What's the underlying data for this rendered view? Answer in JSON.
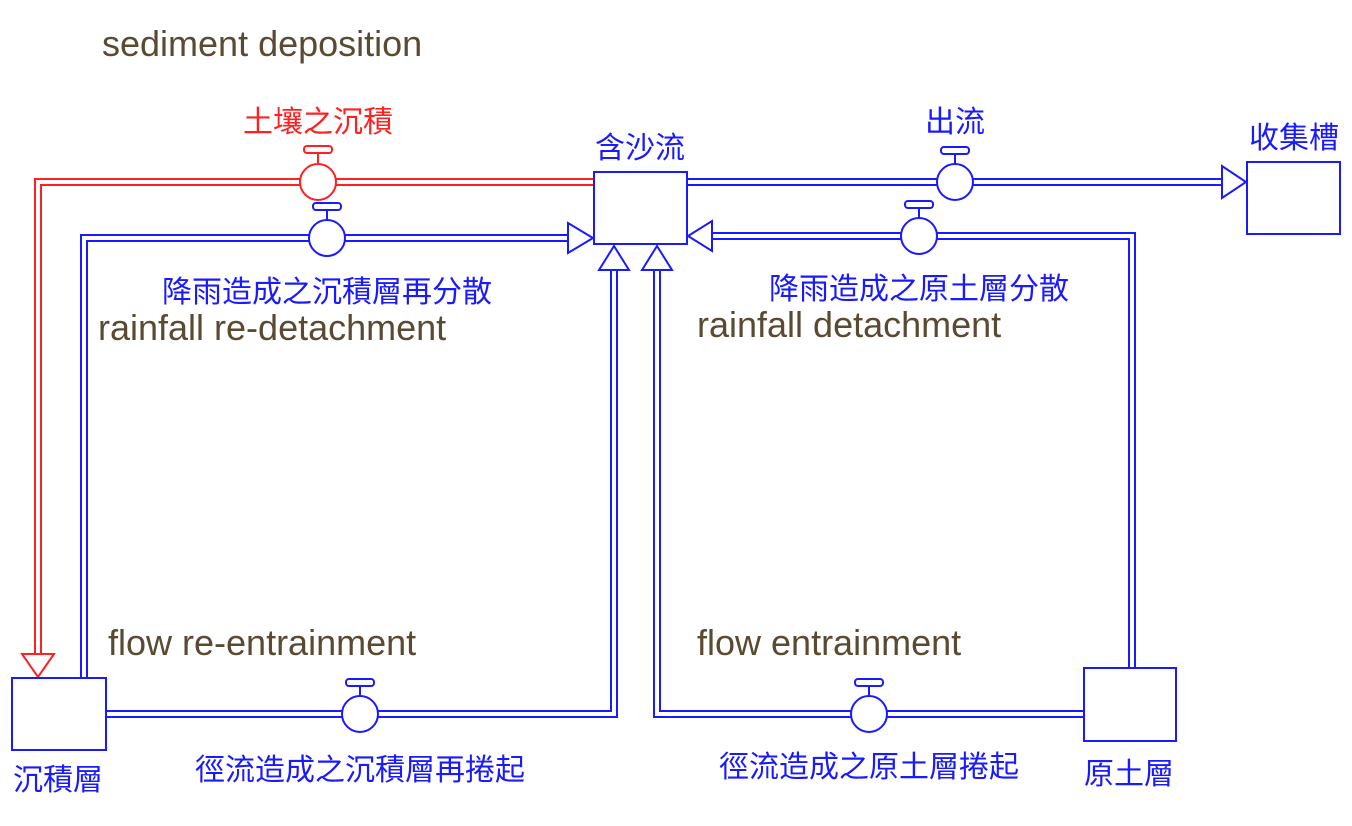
{
  "title": "sediment deposition",
  "english_labels": {
    "rainfall_re_detachment": "rainfall re-detachment",
    "rainfall_detachment": "rainfall detachment",
    "flow_re_entrainment": "flow re-entrainment",
    "flow_entrainment": "flow entrainment"
  },
  "stocks": {
    "sediment_flow": "含沙流",
    "collection_tank": "收集槽",
    "deposited_layer": "沉積層",
    "original_soil_layer": "原土層"
  },
  "flows": {
    "soil_deposition": "土壤之沉積",
    "outflow": "出流",
    "rain_redispersion": "降雨造成之沉積層再分散",
    "rain_dispersion": "降雨造成之原土層分散",
    "runoff_reentrain": "徑流造成之沉積層再捲起",
    "runoff_entrain": "徑流造成之原土層捲起"
  },
  "colors": {
    "flow_blue": "#1a1aff",
    "deposition_red": "#ff2020",
    "annotation_text": "#5a4a32"
  }
}
